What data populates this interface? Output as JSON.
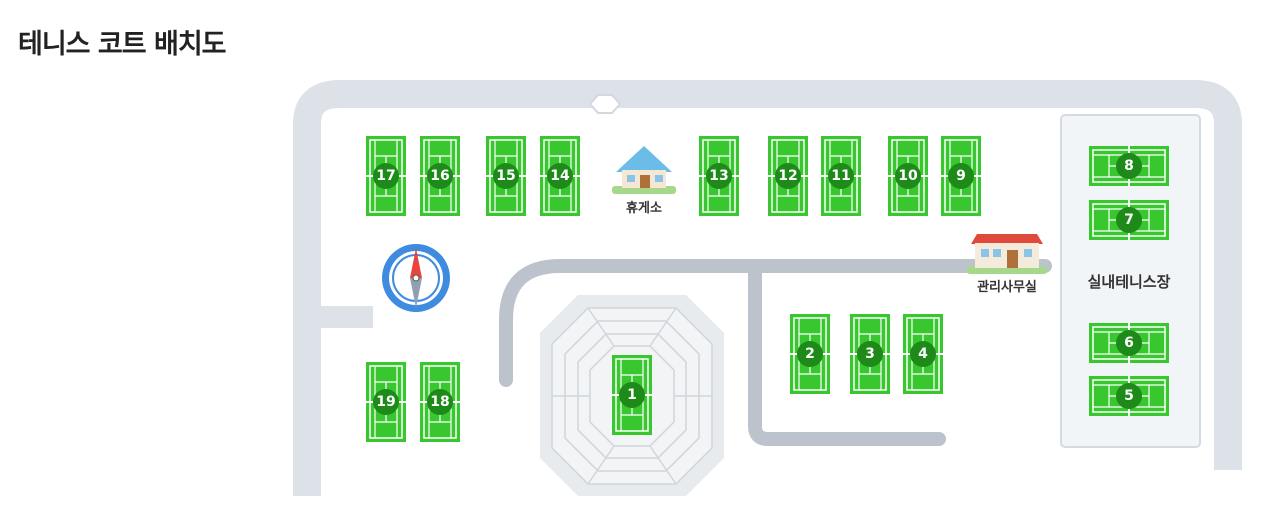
{
  "page": {
    "title": "테니스 코트 배치도"
  },
  "colors": {
    "court_green": "#39c72f",
    "court_line": "#ffffff",
    "badge_green": "#1e8a1a",
    "road": "#dde2e8",
    "path": "#bcc3cc",
    "indoor_bg": "#f1f5f8",
    "stadium": "#e8ebee"
  },
  "courts": [
    {
      "number": "1",
      "area": "center-stadium"
    },
    {
      "number": "2",
      "area": "middle"
    },
    {
      "number": "3",
      "area": "middle"
    },
    {
      "number": "4",
      "area": "middle"
    },
    {
      "number": "5",
      "area": "indoor"
    },
    {
      "number": "6",
      "area": "indoor"
    },
    {
      "number": "7",
      "area": "indoor"
    },
    {
      "number": "8",
      "area": "indoor"
    },
    {
      "number": "9",
      "area": "top-row"
    },
    {
      "number": "10",
      "area": "top-row"
    },
    {
      "number": "11",
      "area": "top-row"
    },
    {
      "number": "12",
      "area": "top-row"
    },
    {
      "number": "13",
      "area": "top-row"
    },
    {
      "number": "14",
      "area": "top-row"
    },
    {
      "number": "15",
      "area": "top-row"
    },
    {
      "number": "16",
      "area": "top-row"
    },
    {
      "number": "17",
      "area": "top-row"
    },
    {
      "number": "18",
      "area": "left"
    },
    {
      "number": "19",
      "area": "left"
    }
  ],
  "places": {
    "rest_area": "휴게소",
    "office": "관리사무실",
    "indoor": "실내테니스장"
  },
  "icons": {
    "compass": "compass-icon",
    "rest_area": "rest-house-icon",
    "office": "office-building-icon"
  }
}
